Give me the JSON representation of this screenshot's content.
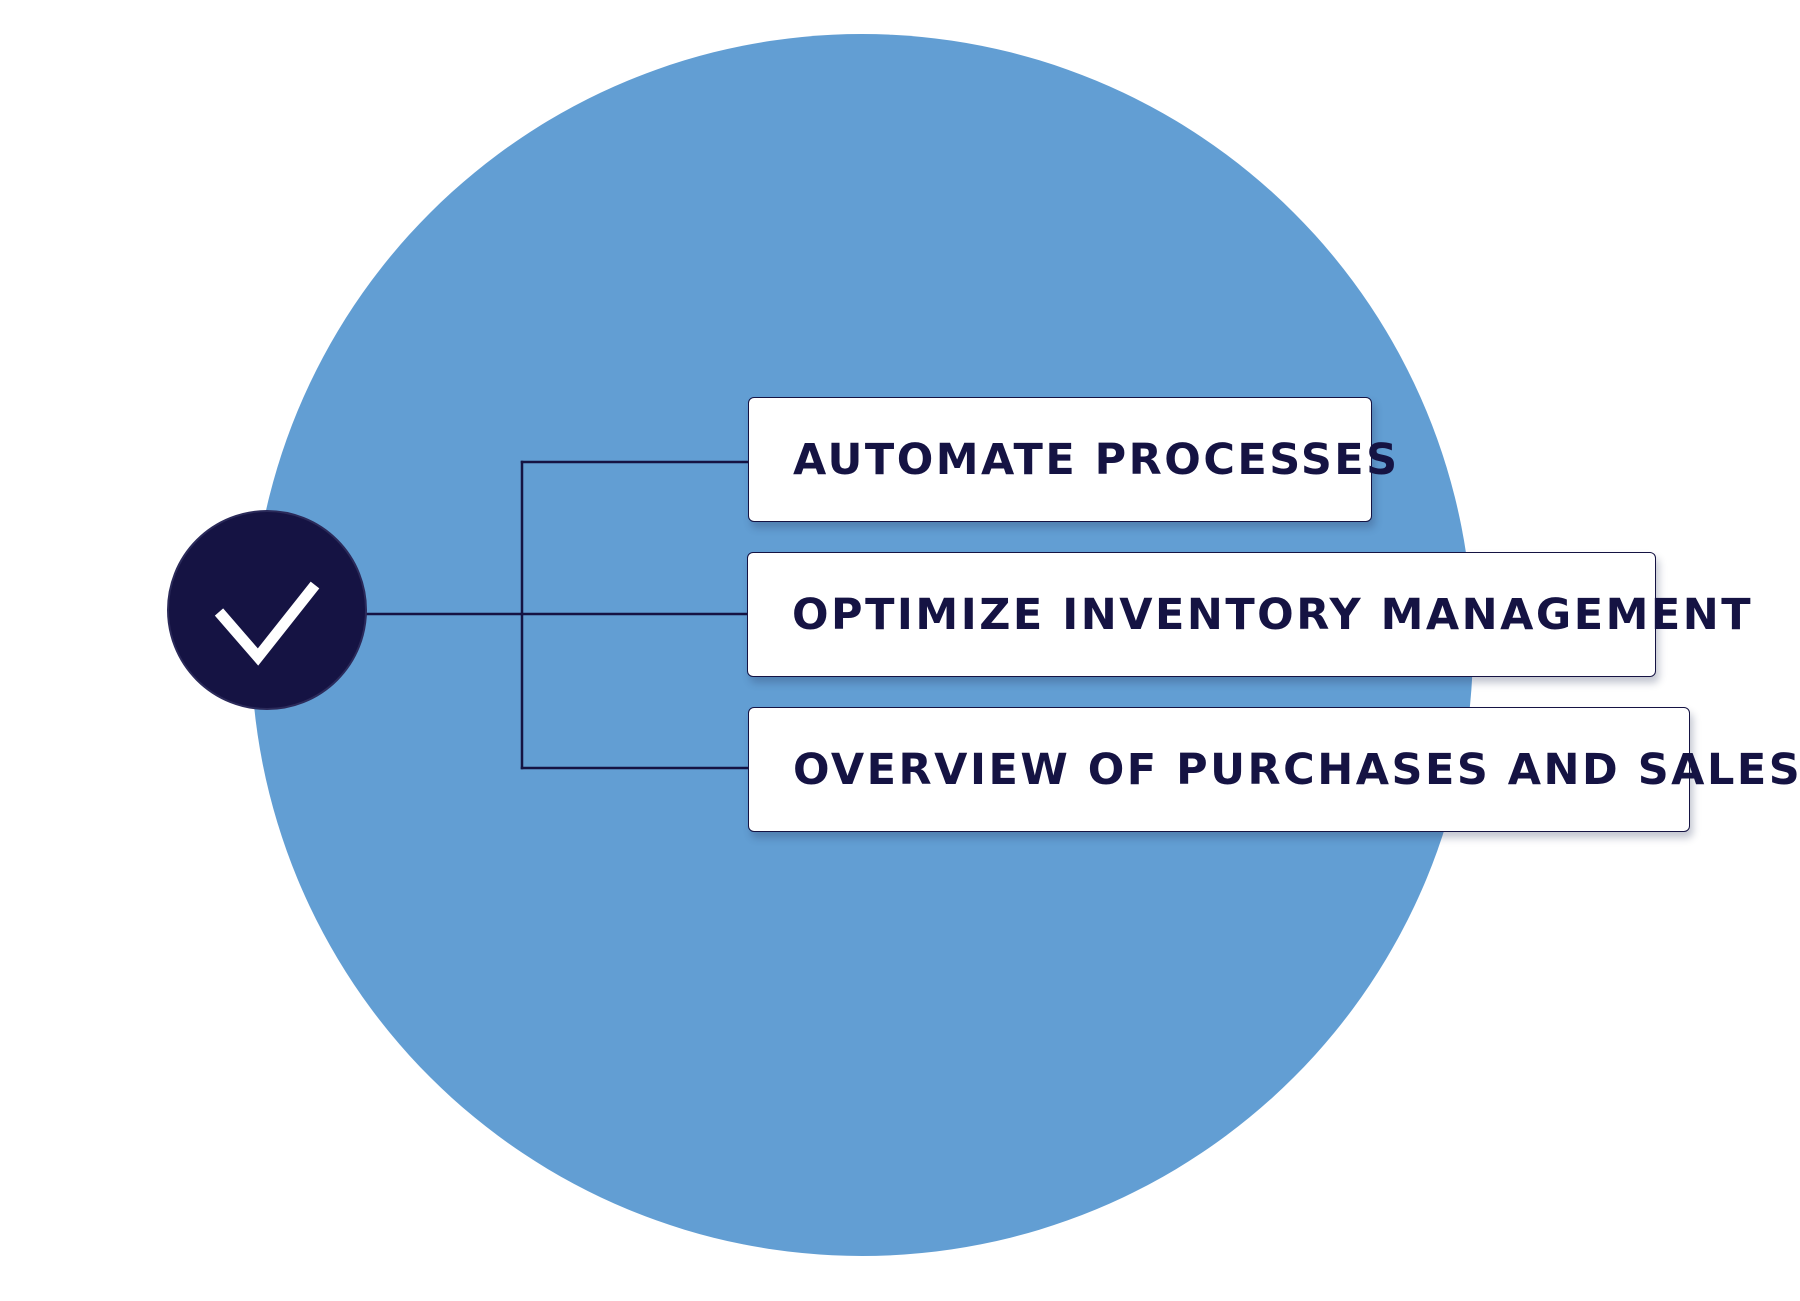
{
  "diagram": {
    "center_icon": "check-icon",
    "items": [
      {
        "label": "AUTOMATE PROCESSES"
      },
      {
        "label": "OPTIMIZE INVENTORY MANAGEMENT"
      },
      {
        "label": "OVERVIEW OF PURCHASES AND SALES"
      }
    ]
  },
  "colors": {
    "background_circle": "#629ed3",
    "badge": "#151343",
    "text": "#151343",
    "box_background": "#ffffff"
  }
}
